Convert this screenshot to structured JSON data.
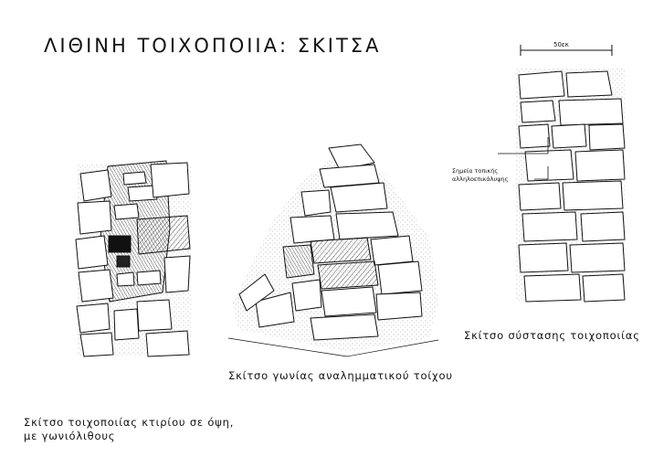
{
  "title": "ΛΙΘΙΝΗ ΤΟΙΧΟΠΟΙΙΑ: ΣΚΙΤΣΑ",
  "scale": {
    "label": "50εκ"
  },
  "annotation": {
    "line1": "Σημεία τοπικής",
    "line2": "αλληλοεπικάλυψης"
  },
  "captions": {
    "facade_line1": "Σκίτσο τοιχοποιίας κτιρίου σε όψη,",
    "facade_line2": "με γωνιόλιθους",
    "retaining_corner": "Σκίτσο γωνίας αναλημματικού τοίχου",
    "composition": "Σκίτσο σύστασης τοιχοποιίας"
  }
}
